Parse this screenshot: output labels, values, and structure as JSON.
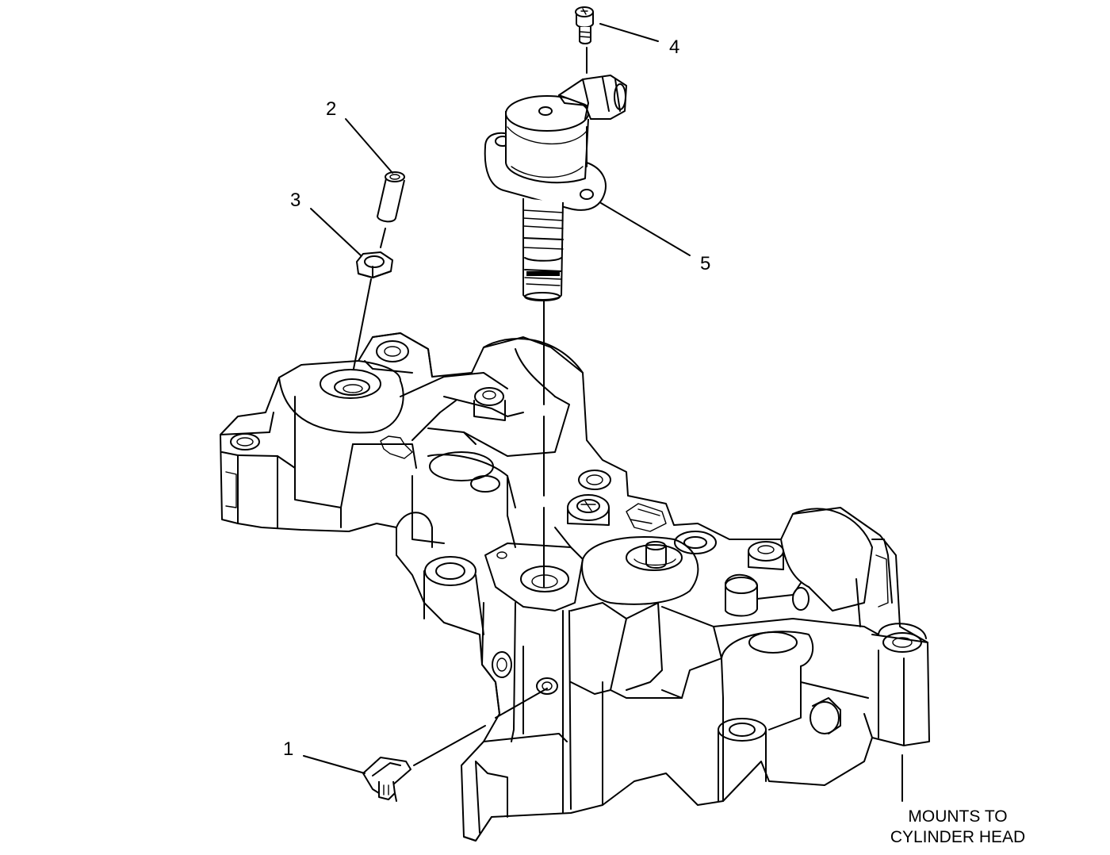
{
  "callouts": {
    "c1": "1",
    "c2": "2",
    "c3": "3",
    "c4": "4",
    "c5": "5"
  },
  "note": {
    "line1": "MOUNTS TO",
    "line2": "CYLINDER HEAD"
  }
}
